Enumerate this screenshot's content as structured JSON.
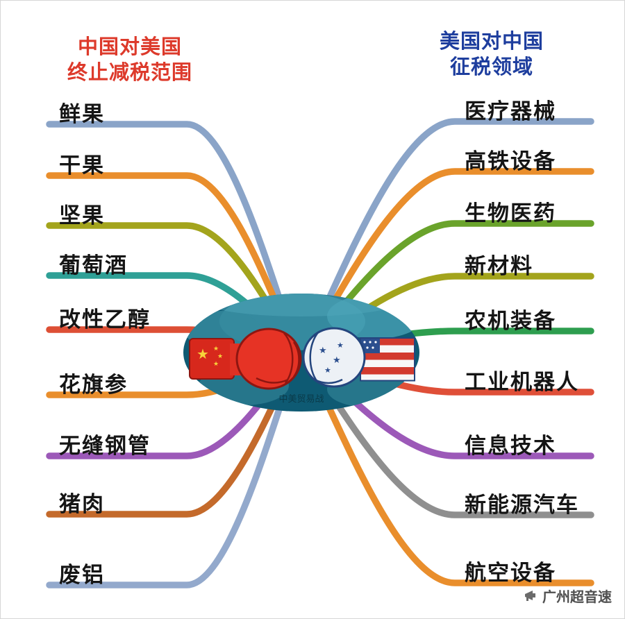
{
  "titles": {
    "left": {
      "line1": "中国对美国",
      "line2": "终止减税范围",
      "color": "#dd3a2b"
    },
    "right": {
      "line1": "美国对中国",
      "line2": "征税领域",
      "color": "#1e3e9e"
    }
  },
  "center": {
    "caption": "中美贸易战",
    "ellipse_color": "#0e5a73",
    "left_fist_color": "#e63325",
    "right_fist_color": "#edf1f6"
  },
  "branches": {
    "left": [
      {
        "label": "鲜果",
        "color": "#8aa4c8"
      },
      {
        "label": "干果",
        "color": "#e98e2c"
      },
      {
        "label": "坚果",
        "color": "#a3a41c"
      },
      {
        "label": "葡萄酒",
        "color": "#2fa096"
      },
      {
        "label": "改性乙醇",
        "color": "#dd4f35"
      },
      {
        "label": "花旗参",
        "color": "#e98e2c"
      },
      {
        "label": "无缝钢管",
        "color": "#9c59b8"
      },
      {
        "label": "猪肉",
        "color": "#c46a2b"
      },
      {
        "label": "废铝",
        "color": "#93a9cc"
      }
    ],
    "right": [
      {
        "label": "医疗器械",
        "color": "#8aa4c8"
      },
      {
        "label": "高铁设备",
        "color": "#e98e2c"
      },
      {
        "label": "生物医药",
        "color": "#6aa32b"
      },
      {
        "label": "新材料",
        "color": "#a3a41c"
      },
      {
        "label": "农机装备",
        "color": "#2e9e4f"
      },
      {
        "label": "工业机器人",
        "color": "#df4f38"
      },
      {
        "label": "信息技术",
        "color": "#9c59b8"
      },
      {
        "label": "新能源汽车",
        "color": "#8f8f8f"
      },
      {
        "label": "航空设备",
        "color": "#e98e2c"
      }
    ]
  },
  "watermark": {
    "text": "广州超音速"
  }
}
